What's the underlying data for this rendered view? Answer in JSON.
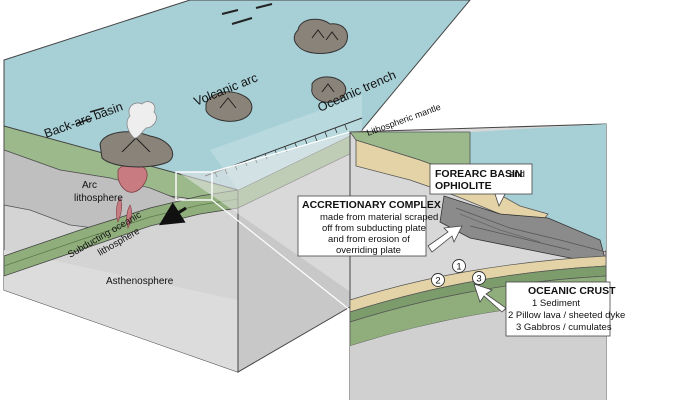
{
  "surface_labels": {
    "back_arc_basin": "Back-arc basin",
    "volcanic_arc": "Volcanic arc",
    "oceanic_trench": "Oceanic trench",
    "lithospheric_mantle": "Lithospheric mantle"
  },
  "section_labels": {
    "arc_lithosphere_line1": "Arc",
    "arc_lithosphere_line2": "lithosphere",
    "subducting_line1": "Subducting oceanic",
    "subducting_line2": "lithosphere",
    "asthenosphere": "Asthenosphere"
  },
  "callouts": {
    "forearc": {
      "title_part1": "FOREARC BASIN",
      "connector": "and",
      "title_part2": "OPHIOLITE"
    },
    "accretionary": {
      "title": "ACCRETIONARY COMPLEX",
      "lines": [
        "made from material scraped",
        "off from subducting plate",
        "and from erosion of",
        "overriding plate"
      ]
    },
    "oceanic_crust": {
      "title": "OCEANIC CRUST",
      "items": [
        "1 Sediment",
        "2 Pillow lava / sheeted dyke",
        "3 Gabbros / cumulates"
      ]
    }
  },
  "markers": [
    "1",
    "2",
    "3"
  ],
  "colors": {
    "ocean": "#a7cfd6",
    "land": "#9bb98a",
    "crust_gray": "#c9c9c9",
    "subducting_plate": "#8fae7b",
    "magma": "#c97b82",
    "island": "#8a8379",
    "sediment": "#e3d3a6"
  }
}
